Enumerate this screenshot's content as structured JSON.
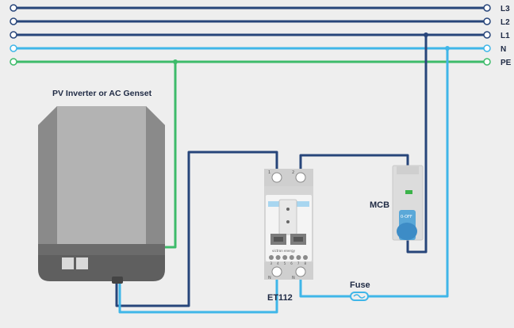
{
  "bus_lines": [
    {
      "label": "L3",
      "color": "#27457a"
    },
    {
      "label": "L2",
      "color": "#27457a"
    },
    {
      "label": "L1",
      "color": "#27457a"
    },
    {
      "label": "N",
      "color": "#3fb6e8"
    },
    {
      "label": "PE",
      "color": "#3dbb6a"
    }
  ],
  "labels": {
    "source": "PV Inverter or AC Genset",
    "breaker": "MCB",
    "meter": "ET112",
    "fuse": "Fuse"
  },
  "meter_terminals": {
    "top": [
      "1",
      "2"
    ],
    "bottom": [
      "N",
      "N"
    ],
    "rail": [
      "3",
      "4",
      "5",
      "6",
      "7",
      "8"
    ],
    "brand": "victron energy"
  },
  "breaker": {
    "switch_text": "0-OFF",
    "indicator_color": "#3bb34a"
  },
  "colors": {
    "phase": "#27457a",
    "neutral": "#3fb6e8",
    "earth": "#3dbb6a",
    "background": "#eeeeee"
  }
}
